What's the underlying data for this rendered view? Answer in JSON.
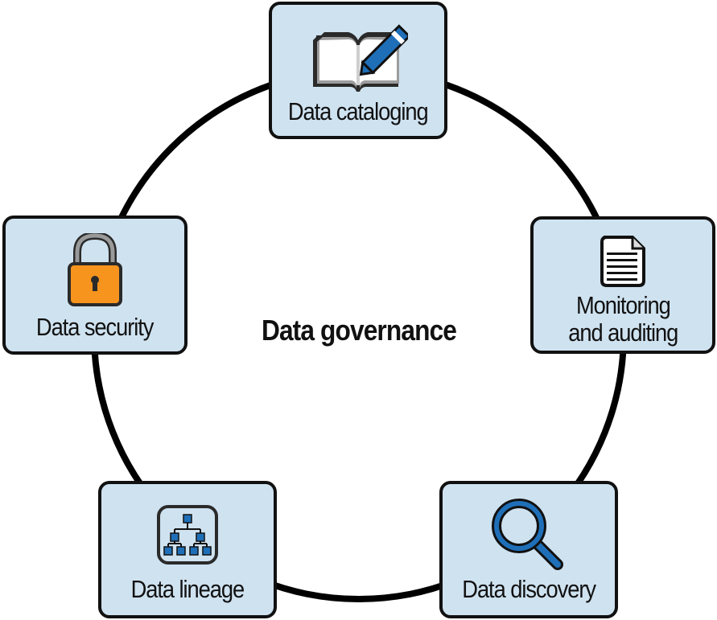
{
  "diagram": {
    "title": "Data governance",
    "type": "cycle",
    "colors": {
      "box_fill": "#cfe2f0",
      "outline": "#111111",
      "accent_blue": "#1f6fb8",
      "lock_orange": "#f7941d",
      "lock_shackle": "#9a9a9a"
    },
    "nodes": [
      {
        "id": "cataloging",
        "label": "Data cataloging",
        "icon": "book-pencil-icon"
      },
      {
        "id": "monitoring",
        "label_line1": "Monitoring",
        "label_line2": "and auditing",
        "icon": "document-icon"
      },
      {
        "id": "discovery",
        "label": "Data discovery",
        "icon": "magnifying-glass-icon"
      },
      {
        "id": "lineage",
        "label": "Data lineage",
        "icon": "hierarchy-tree-icon"
      },
      {
        "id": "security",
        "label": "Data security",
        "icon": "padlock-icon"
      }
    ]
  }
}
